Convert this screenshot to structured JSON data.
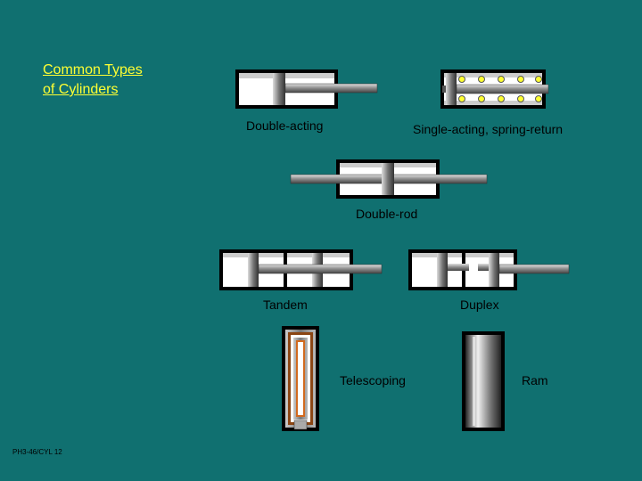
{
  "title_line1": "Common Types",
  "title_line2": "of Cylinders",
  "labels": {
    "double_acting": "Double-acting",
    "single_acting": "Single-acting, spring-return",
    "double_rod": "Double-rod",
    "tandem": "Tandem",
    "duplex": "Duplex",
    "telescoping": "Telescoping",
    "ram": "Ram"
  },
  "code": "PH3-46/CYL 12",
  "colors": {
    "background": "#107070",
    "title": "#ffff33",
    "spring_dot": "#ffff33"
  }
}
